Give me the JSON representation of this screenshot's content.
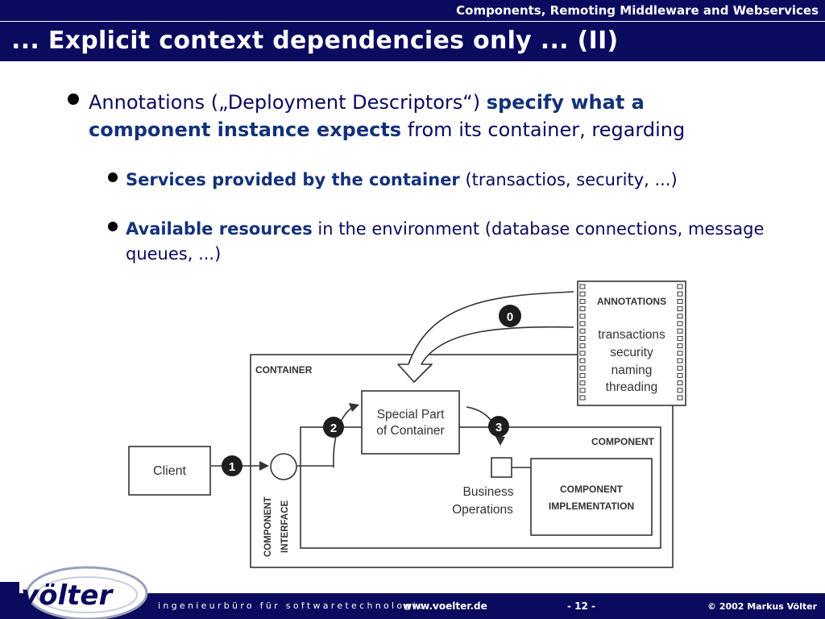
{
  "header": {
    "course_title": "Components, Remoting Middleware and Webservices",
    "slide_title": "... Explicit context dependencies only ... (II)"
  },
  "bullets": {
    "b1_pre": "Annotations („Deployment Descriptors“) ",
    "b1_bold1": "specify what a",
    "b1_bold2": "component instance expects",
    "b1_post": " from its container, regarding",
    "b2_bold": "Services provided by the container",
    "b2_post": " (transactios, security, ...)",
    "b3_bold": "Available resources",
    "b3_post": " in the environment (database connections, message queues, ...)"
  },
  "diagram": {
    "annotations_title": "ANNOTATIONS",
    "annotation_items": [
      "transactions",
      "security",
      "naming",
      "threading"
    ],
    "container_label": "CONTAINER",
    "component_label": "COMPONENT",
    "special_part_line1": "Special Part",
    "special_part_line2": "of Container",
    "client_label": "Client",
    "business_ops_line1": "Business",
    "business_ops_line2": "Operations",
    "component_impl_line1": "COMPONENT",
    "component_impl_line2": "IMPLEMENTATION",
    "component_interface_line1": "COMPONENT",
    "component_interface_line2": "INTERFACE",
    "step_numbers": [
      "0",
      "1",
      "2",
      "3"
    ]
  },
  "footer": {
    "tagline": "ingenieurbüro für softwaretechnologie ·",
    "url": "www.voelter.de",
    "page": "- 12 -",
    "copyright": "© 2002 Markus Völter"
  },
  "logo": {
    "text": "völter"
  },
  "colors": {
    "header_bg": "#0a0a5e",
    "accent_text": "#14317a"
  }
}
